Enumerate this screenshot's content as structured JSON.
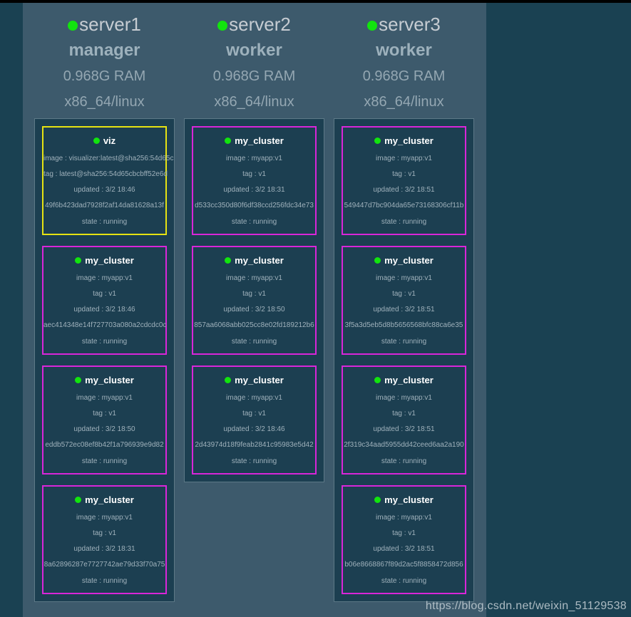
{
  "colors": {
    "page_bg": "#1a4152",
    "panel_bg": "#3d5a6c",
    "box_bg": "#1c3f51",
    "box_border": "#5d7987",
    "viz_border": "#e6e312",
    "cluster_border": "#d926d9",
    "status_green": "#12e40e",
    "title_text": "#c6ccd2",
    "role_text": "#9db1bc",
    "meta_text": "#94a7b2",
    "card_title_text": "#ffffff",
    "card_text": "#9fb1bb",
    "topbar": "#000000",
    "watermark_text": "#bcc8cf"
  },
  "watermark": "https://blog.csdn.net/weixin_51129538",
  "nodes": [
    {
      "status_icon": "green-dot",
      "name": "server1",
      "role": "manager",
      "ram": "0.968G RAM",
      "platform": "x86_64/linux",
      "tasks": [
        {
          "name": "viz",
          "type": "viz",
          "image_line": "image : visualizer:latest@sha256:54d65c",
          "tag_line": "tag : latest@sha256:54d65cbcbff52e6d",
          "updated_line": "updated : 3/2 18:46",
          "id": "49f6b423dad7928f2af14da81628a13f",
          "state_line": "state : running"
        },
        {
          "name": "my_cluster",
          "type": "cluster",
          "image_line": "image : myapp:v1",
          "tag_line": "tag : v1",
          "updated_line": "updated : 3/2 18:46",
          "id": "aec414348e14f727703a080a2cdcdc0c",
          "state_line": "state : running"
        },
        {
          "name": "my_cluster",
          "type": "cluster",
          "image_line": "image : myapp:v1",
          "tag_line": "tag : v1",
          "updated_line": "updated : 3/2 18:50",
          "id": "eddb572ec08ef8b42f1a796939e9d82",
          "state_line": "state : running"
        },
        {
          "name": "my_cluster",
          "type": "cluster",
          "image_line": "image : myapp:v1",
          "tag_line": "tag : v1",
          "updated_line": "updated : 3/2 18:31",
          "id": "8a62896287e7727742ae79d33f70a75",
          "state_line": "state : running"
        }
      ]
    },
    {
      "status_icon": "green-dot",
      "name": "server2",
      "role": "worker",
      "ram": "0.968G RAM",
      "platform": "x86_64/linux",
      "tasks": [
        {
          "name": "my_cluster",
          "type": "cluster",
          "image_line": "image : myapp:v1",
          "tag_line": "tag : v1",
          "updated_line": "updated : 3/2 18:31",
          "id": "d533cc350d80f6df38ccd256fdc34e73",
          "state_line": "state : running"
        },
        {
          "name": "my_cluster",
          "type": "cluster",
          "image_line": "image : myapp:v1",
          "tag_line": "tag : v1",
          "updated_line": "updated : 3/2 18:50",
          "id": "857aa6068abb025cc8e02fd189212b6",
          "state_line": "state : running"
        },
        {
          "name": "my_cluster",
          "type": "cluster",
          "image_line": "image : myapp:v1",
          "tag_line": "tag : v1",
          "updated_line": "updated : 3/2 18:46",
          "id": "2d43974d18f9feab2841c95983e5d42",
          "state_line": "state : running"
        }
      ]
    },
    {
      "status_icon": "green-dot",
      "name": "server3",
      "role": "worker",
      "ram": "0.968G RAM",
      "platform": "x86_64/linux",
      "tasks": [
        {
          "name": "my_cluster",
          "type": "cluster",
          "image_line": "image : myapp:v1",
          "tag_line": "tag : v1",
          "updated_line": "updated : 3/2 18:51",
          "id": "549447d7bc904da65e73168306cf11b",
          "state_line": "state : running"
        },
        {
          "name": "my_cluster",
          "type": "cluster",
          "image_line": "image : myapp:v1",
          "tag_line": "tag : v1",
          "updated_line": "updated : 3/2 18:51",
          "id": "3f5a3d5eb5d8b5656568bfc88ca6e35",
          "state_line": "state : running"
        },
        {
          "name": "my_cluster",
          "type": "cluster",
          "image_line": "image : myapp:v1",
          "tag_line": "tag : v1",
          "updated_line": "updated : 3/2 18:51",
          "id": "2f319c34aad5955dd42ceed6aa2a190",
          "state_line": "state : running"
        },
        {
          "name": "my_cluster",
          "type": "cluster",
          "image_line": "image : myapp:v1",
          "tag_line": "tag : v1",
          "updated_line": "updated : 3/2 18:51",
          "id": "b06e8668867f89d2ac5f8858472d856",
          "state_line": "state : running"
        }
      ]
    }
  ]
}
